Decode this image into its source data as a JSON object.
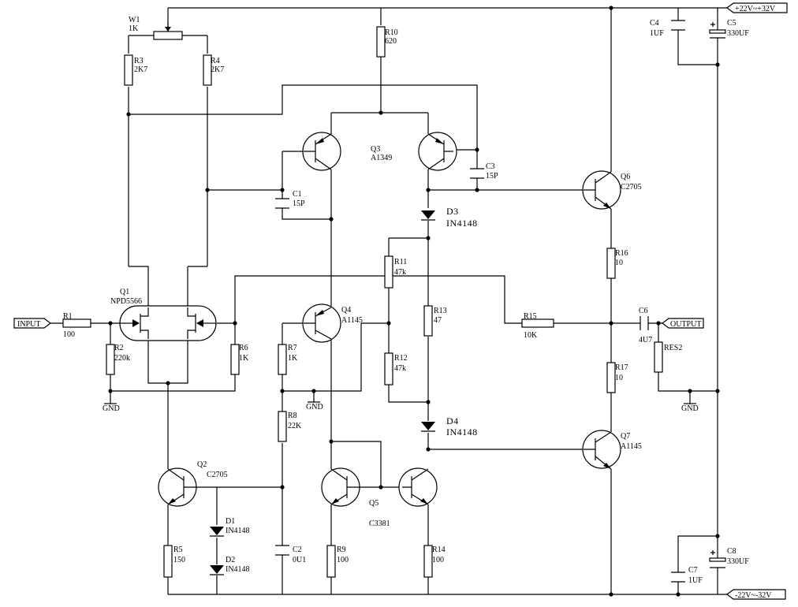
{
  "components": {
    "W1": {
      "ref": "W1",
      "value": "1K"
    },
    "R1": {
      "ref": "R1",
      "value": "100"
    },
    "R2": {
      "ref": "R2",
      "value": "220k"
    },
    "R3": {
      "ref": "R3",
      "value": "2K7"
    },
    "R4": {
      "ref": "R4",
      "value": "2K7"
    },
    "R5": {
      "ref": "R5",
      "value": "150"
    },
    "R6": {
      "ref": "R6",
      "value": "1K"
    },
    "R7": {
      "ref": "R7",
      "value": "1K"
    },
    "R8": {
      "ref": "R8",
      "value": "22K"
    },
    "R9": {
      "ref": "R9",
      "value": "100"
    },
    "R10": {
      "ref": "R10",
      "value": "620"
    },
    "R11": {
      "ref": "R11",
      "value": "47k"
    },
    "R12": {
      "ref": "R12",
      "value": "47k"
    },
    "R13": {
      "ref": "R13",
      "value": "47"
    },
    "R14": {
      "ref": "R14",
      "value": "100"
    },
    "R15": {
      "ref": "R15",
      "value": "10K"
    },
    "R16": {
      "ref": "R16",
      "value": "10"
    },
    "R17": {
      "ref": "R17",
      "value": "10"
    },
    "RES2": {
      "ref": "RES2"
    },
    "C1": {
      "ref": "C1",
      "value": "15P"
    },
    "C2": {
      "ref": "C2",
      "value": "0U1"
    },
    "C3": {
      "ref": "C3",
      "value": "15P"
    },
    "C4": {
      "ref": "C4",
      "value": "1UF"
    },
    "C5": {
      "ref": "C5",
      "value": "330UF"
    },
    "C6": {
      "ref": "C6",
      "value": "4U7"
    },
    "C7": {
      "ref": "C7",
      "value": "1UF"
    },
    "C8": {
      "ref": "C8",
      "value": "330UF"
    },
    "D1": {
      "ref": "D1",
      "value": "IN4148"
    },
    "D2": {
      "ref": "D2",
      "value": "IN4148"
    },
    "D3": {
      "ref": "D3",
      "value": "IN4148"
    },
    "D4": {
      "ref": "D4",
      "value": "IN4148"
    },
    "Q1": {
      "ref": "Q1",
      "value": "NPD5566"
    },
    "Q2": {
      "ref": "Q2",
      "value": "C2705"
    },
    "Q3": {
      "ref": "Q3",
      "value": "A1349"
    },
    "Q4": {
      "ref": "Q4",
      "value": "A1145"
    },
    "Q5": {
      "ref": "Q5",
      "value": "C3381"
    },
    "Q6": {
      "ref": "Q6",
      "value": "C2705"
    },
    "Q7": {
      "ref": "Q7",
      "value": "A1145"
    }
  },
  "ports": {
    "input": "INPUT",
    "output": "OUTPUT",
    "vpos": "+22V~+32V",
    "vneg": "-22V~-32V"
  },
  "ground": "GND"
}
